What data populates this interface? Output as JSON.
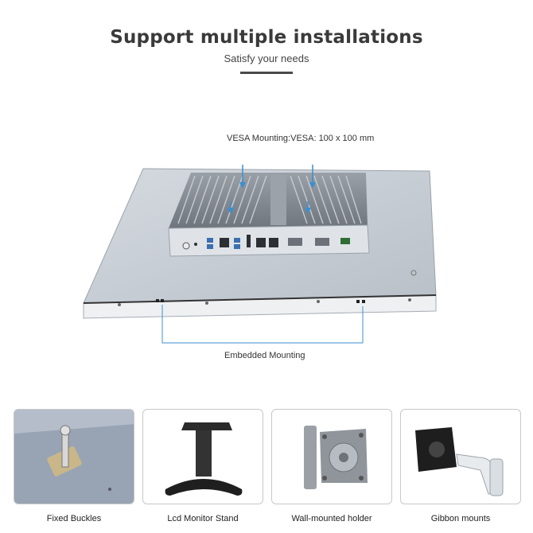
{
  "header": {
    "title": "Support multiple installations",
    "subtitle": "Satisfy your needs"
  },
  "callouts": {
    "vesa": "VESA Mounting:VESA: 100 x 100 mm",
    "embedded": "Embedded Mounting"
  },
  "installations": [
    {
      "label": "Fixed Buckles"
    },
    {
      "label": "Lcd Monitor Stand"
    },
    {
      "label": "Wall-mounted holder"
    },
    {
      "label": "Gibbon mounts"
    }
  ],
  "colors": {
    "accent": "#3b8fd0",
    "panel": "#c9cfd6",
    "heatsink": "#8e949b"
  }
}
